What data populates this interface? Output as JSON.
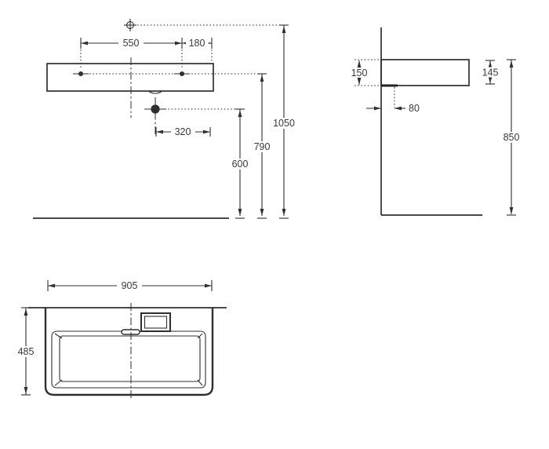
{
  "drawing": {
    "front_view": {
      "hole_spacing": "550",
      "hole_to_edge": "180",
      "drain_offset": "320",
      "drain_height": "600",
      "holes_height": "790",
      "fixing_height": "1050"
    },
    "side_view": {
      "depth_at_wall": "150",
      "front_edge_height": "145",
      "drain_from_wall": "80",
      "rim_height": "850"
    },
    "plan_view": {
      "width": "905",
      "depth": "485"
    },
    "colors": {
      "line": "#2f2f2f",
      "text": "#3a3a3a",
      "background": "#ffffff"
    }
  }
}
